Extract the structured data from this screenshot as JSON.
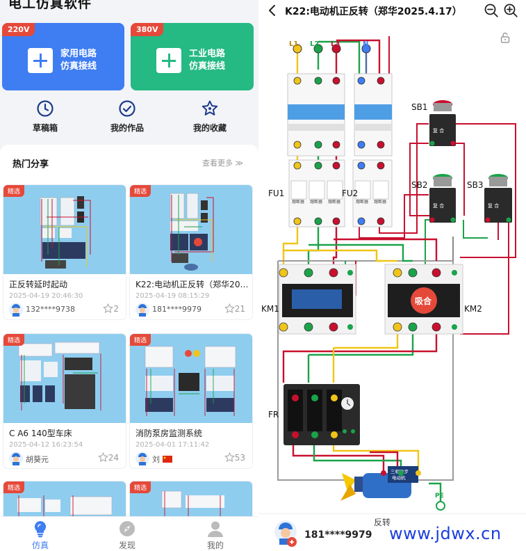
{
  "app": {
    "title": "电工仿真软件"
  },
  "cards": [
    {
      "tag": "220V",
      "line1": "家用电路",
      "line2": "仿真接线",
      "color": "#3f7df2"
    },
    {
      "tag": "380V",
      "line1": "工业电路",
      "line2": "仿真接线",
      "color": "#25b984"
    }
  ],
  "quick": [
    {
      "label": "草稿箱",
      "icon": "clock-icon"
    },
    {
      "label": "我的作品",
      "icon": "check-circle-icon"
    },
    {
      "label": "我的收藏",
      "icon": "star-icon"
    }
  ],
  "hot": {
    "title": "热门分享",
    "more": "查看更多 ≫",
    "items": [
      {
        "badge": "精选",
        "title": "正反转延时起动",
        "date": "2025-04-19 20:46:30",
        "user": "132****9738",
        "likes": "2"
      },
      {
        "badge": "精选",
        "title": "K22:电动机正反转（郑华20…",
        "date": "2025-04-19 08:15:29",
        "user": "181****9979",
        "likes": "21"
      },
      {
        "badge": "精选",
        "title": "C A6 140型车床",
        "date": "2025-04-12 16:23:54",
        "user": "胡葵元",
        "likes": "24"
      },
      {
        "badge": "精选",
        "title": "消防泵房监测系统",
        "date": "2025-04-01 17:11:42",
        "user": "刘",
        "likes": "53"
      },
      {
        "badge": "精选"
      },
      {
        "badge": "精选"
      }
    ]
  },
  "tabs": [
    {
      "label": "仿真",
      "active": true
    },
    {
      "label": "发现",
      "active": false
    },
    {
      "label": "我的",
      "active": false
    }
  ],
  "editor": {
    "title": "K22:电动机正反转（郑华2025.4.17）",
    "user": "181****9979",
    "mode": "反转",
    "watermark": "www.jdwx.cn",
    "labels": {
      "l1": "L1",
      "l2": "L2",
      "l3": "L3",
      "n": "N",
      "fu1": "FU1",
      "fu2": "FU2",
      "sb1": "SB1",
      "sb2": "SB2",
      "sb3": "SB3",
      "km1": "KM1",
      "km2": "KM2",
      "fr": "FR",
      "pe": "PE",
      "xihe": "吸合",
      "fuhe": "复 合",
      "breaker": "熔断器",
      "motor1": "三相异步",
      "motor2": "电动机"
    }
  },
  "colors": {
    "red": "#e5493a",
    "blue": "#3f7df2",
    "green": "#25b984",
    "wireRed": "#c8102e",
    "wireGreen": "#1aa34a",
    "wireYellow": "#f0c419"
  }
}
